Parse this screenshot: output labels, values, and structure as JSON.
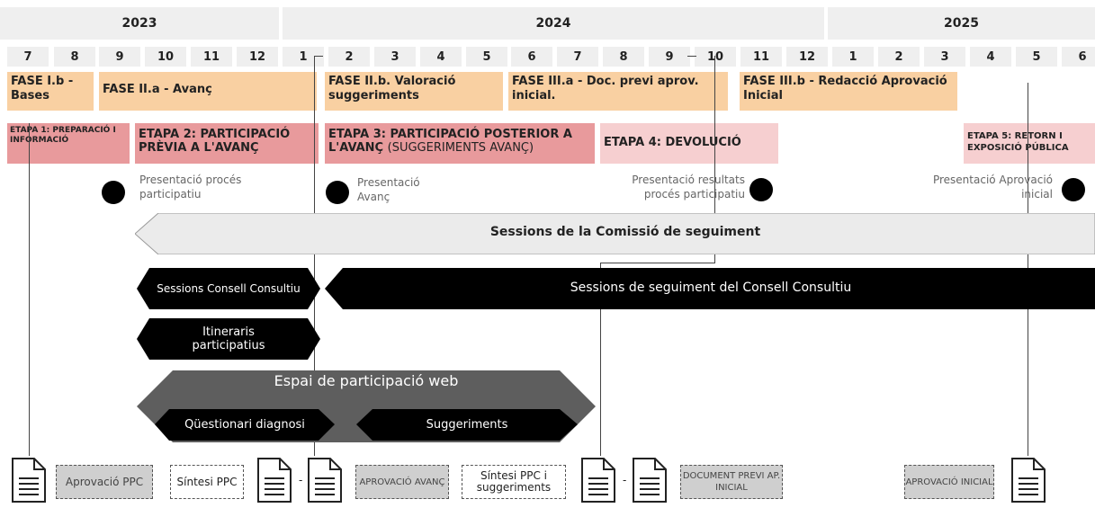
{
  "years": [
    "2023",
    "2024",
    "2025"
  ],
  "months": [
    "7",
    "8",
    "9",
    "10",
    "11",
    "12",
    "1",
    "2",
    "3",
    "4",
    "5",
    "6",
    "7",
    "8",
    "9",
    "10",
    "11",
    "12",
    "1",
    "2",
    "3",
    "4",
    "5",
    "6"
  ],
  "fases": [
    "FASE I.b - Bases",
    "FASE II.a - Avanç",
    "FASE II.b. Valoració suggeriments",
    "FASE III.a - Doc. previ aprov. inicial.",
    "FASE III.b - Redacció Aprovació Inicial"
  ],
  "etapas": [
    "ETAPA 1: PREPARACIÓ I INFORMACIÓ",
    "ETAPA 2: PARTICIPACIÓ PRÈVIA A L'AVANÇ",
    "ETAPA 3:  PARTICIPACIÓ POSTERIOR A L'AVANÇ",
    "(SUGGERIMENTS AVANÇ)",
    "ETAPA 4: DEVOLUCIÓ",
    "ETAPA 5: RETORN I EXPOSICIÓ PÚBLICA"
  ],
  "presentacions": [
    "Presentació procés participatiu",
    "Presentació Avanç",
    "Presentació resultats procés participatiu",
    "Presentació Aprovació inicial"
  ],
  "sessions_comissio": "Sessions de la Comissió de seguiment",
  "sessions_consell": "Sessions Consell Consultiu",
  "sessions_seguiment_consell": "Sessions de seguiment del Consell Consultiu",
  "itineraris": "Itineraris participatius",
  "espai_web": "Espai de participació web",
  "qüestionari": "Qüestionari diagnosi",
  "suggeriments": "Suggeriments",
  "docs": {
    "aprovacio_ppc": "Aprovació PPC",
    "sintesi_ppc": "Síntesi PPC",
    "aprovacio_avanc": "APROVACIÓ AVANÇ",
    "sintesi_ppc_sugg": "Síntesi PPC i suggeriments",
    "document_previ": "DOCUMENT PREVI AP. INICIAL",
    "aprovacio_inicial": "APROVACIÓ INICIAL"
  },
  "colors": {
    "fase": "#f9d0a2",
    "etapa_dark": "#e89a9c",
    "etapa_light": "#f6cfd0",
    "grey_bar": "#efefef",
    "arrow_light": "#ebebeb",
    "arrow_dark": "#000000",
    "web_band": "#5e5e5e"
  }
}
